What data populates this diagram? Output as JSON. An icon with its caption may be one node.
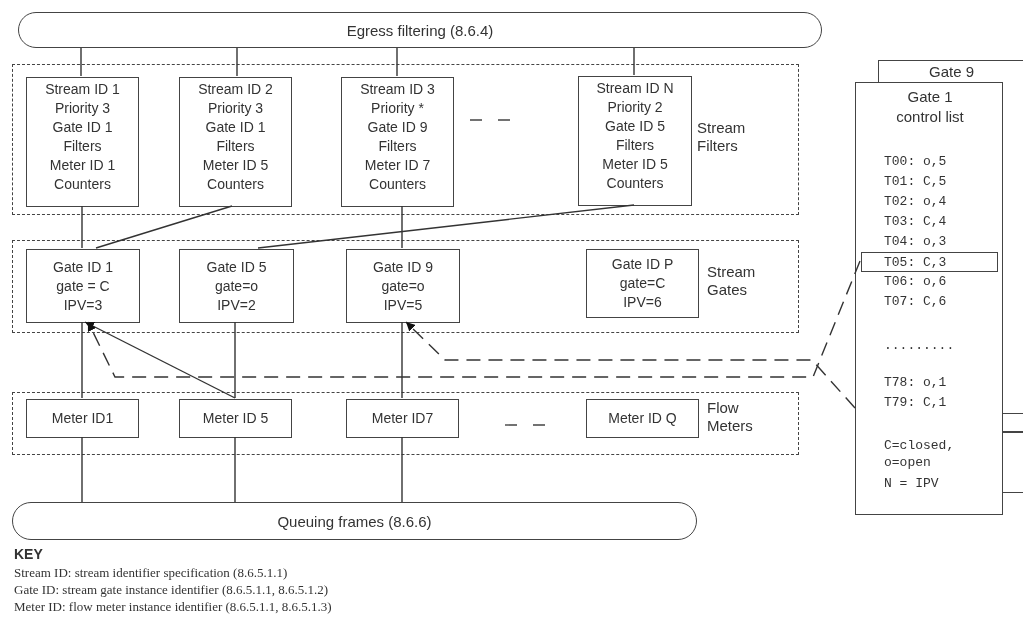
{
  "diagram": {
    "nodes": [
      {
        "text": [
          "Egress filtering (8.6.4)"
        ]
      },
      {
        "text": [
          "Stream Filters"
        ]
      },
      {
        "text": [
          "Stream ID 1",
          "Priority 3",
          "Gate ID 1",
          "Filters",
          "Meter ID 1",
          "Counters"
        ],
        "in": 1
      },
      {
        "text": [
          "Stream ID 2",
          "Priority 3",
          "Gate ID 1",
          "Filters",
          "Meter ID 5",
          "Counters"
        ],
        "in": 1
      },
      {
        "text": [
          "Stream ID 3",
          "Priority *",
          "Gate ID 9",
          "Filters",
          "Meter ID 7",
          "Counters"
        ],
        "in": 1
      },
      {
        "text": [
          "Stream ID N",
          "Priority 2",
          "Gate ID 5",
          "Filters",
          "Meter ID 5",
          "Counters"
        ],
        "in": 1
      },
      {
        "text": [
          "Stream Gates"
        ]
      },
      {
        "text": [
          "Gate ID 1",
          "gate = C",
          "IPV=3"
        ],
        "in": 6
      },
      {
        "text": [
          "Gate ID 5",
          "gate=o",
          "IPV=2"
        ],
        "in": 6
      },
      {
        "text": [
          "Gate ID 9",
          "gate=o",
          "IPV=5"
        ],
        "in": 6
      },
      {
        "text": [
          "Gate ID P",
          "gate=C",
          "IPV=6"
        ],
        "in": 6
      },
      {
        "text": [
          "Flow Meters"
        ]
      },
      {
        "text": [
          "Meter ID1"
        ],
        "in": 11
      },
      {
        "text": [
          "Meter ID 5"
        ],
        "in": 11
      },
      {
        "text": [
          "Meter ID7"
        ],
        "in": 11
      },
      {
        "text": [
          "Meter ID Q"
        ],
        "in": 11
      },
      {
        "text": [
          "Queuing frames (8.6.6)"
        ]
      },
      {
        "text": [
          "Gate 9"
        ]
      },
      {
        "text": [
          "Gate 1 control list",
          "T00: o,5",
          "T01: C,5",
          "T02: o,4",
          "T03: C,4",
          "T04: o,3",
          "T06: o,6",
          "T07: C,6",
          ".........",
          "T78: o,1",
          "T79: C,1",
          "C=closed, o=open",
          "N = IPV"
        ]
      },
      {
        "text": [
          "T05: C,3"
        ],
        "in": 18
      },
      {
        "text": [],
        "shape": "box"
      },
      {
        "text": [],
        "shape": "box"
      }
    ],
    "edges": [
      {
        "from": 0,
        "to": 2,
        "arrow": "none"
      },
      {
        "from": 0,
        "to": 3,
        "arrow": "none"
      },
      {
        "from": 0,
        "to": 4,
        "arrow": "none"
      },
      {
        "from": 0,
        "to": 5,
        "arrow": "none"
      },
      {
        "from": 2,
        "to": 7,
        "arrow": "none"
      },
      {
        "from": 3,
        "to": 7,
        "arrow": "none"
      },
      {
        "from": 4,
        "to": 9,
        "arrow": "none"
      },
      {
        "from": 5,
        "to": 8,
        "arrow": "none"
      },
      {
        "from": 7,
        "to": 12,
        "arrow": "none"
      },
      {
        "from": 8,
        "to": 13,
        "arrow": "none"
      },
      {
        "from": 9,
        "to": 14,
        "arrow": "none"
      },
      {
        "from": 13,
        "to": 7,
        "arrow": "to"
      },
      {
        "from": 19,
        "to": 7,
        "arrow": "to",
        "style": "dashed"
      },
      {
        "from": 18,
        "to": 9,
        "arrow": "to",
        "style": "dashed"
      },
      {
        "from": 12,
        "to": 16,
        "arrow": "none"
      },
      {
        "from": 13,
        "to": 16,
        "arrow": "none"
      },
      {
        "from": 14,
        "to": 16,
        "arrow": "none"
      }
    ],
    "labels": [
      "KEY",
      "Stream ID: stream identifier specification (8.6.5.1.1)",
      "Gate ID: stream gate instance identifier (8.6.5.1.1, 8.6.5.1.2)",
      "Meter ID: flow meter instance identifier (8.6.5.1.1, 8.6.5.1.3)"
    ]
  }
}
